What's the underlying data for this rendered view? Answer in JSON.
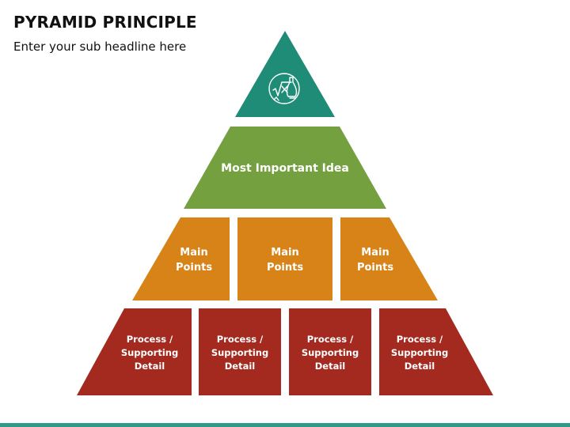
{
  "header": {
    "title": "PYRAMID PRINCIPLE",
    "subtitle": "Enter your sub headline here"
  },
  "pyramid": {
    "top": {
      "icon": "math-science-icon",
      "color": "#1f8c78"
    },
    "level2": {
      "label": "Most Important Idea",
      "color": "#74a040"
    },
    "level3": {
      "color": "#d88317",
      "items": [
        {
          "line1": "Main",
          "line2": "Points"
        },
        {
          "line1": "Main",
          "line2": "Points"
        },
        {
          "line1": "Main",
          "line2": "Points"
        }
      ]
    },
    "level4": {
      "color": "#a42a20",
      "items": [
        {
          "line1": "Process /",
          "line2": "Supporting",
          "line3": "Detail"
        },
        {
          "line1": "Process /",
          "line2": "Supporting",
          "line3": "Detail"
        },
        {
          "line1": "Process /",
          "line2": "Supporting",
          "line3": "Detail"
        },
        {
          "line1": "Process /",
          "line2": "Supporting",
          "line3": "Detail"
        }
      ]
    }
  },
  "footer": {
    "accent_color": "#2e9b8a"
  }
}
